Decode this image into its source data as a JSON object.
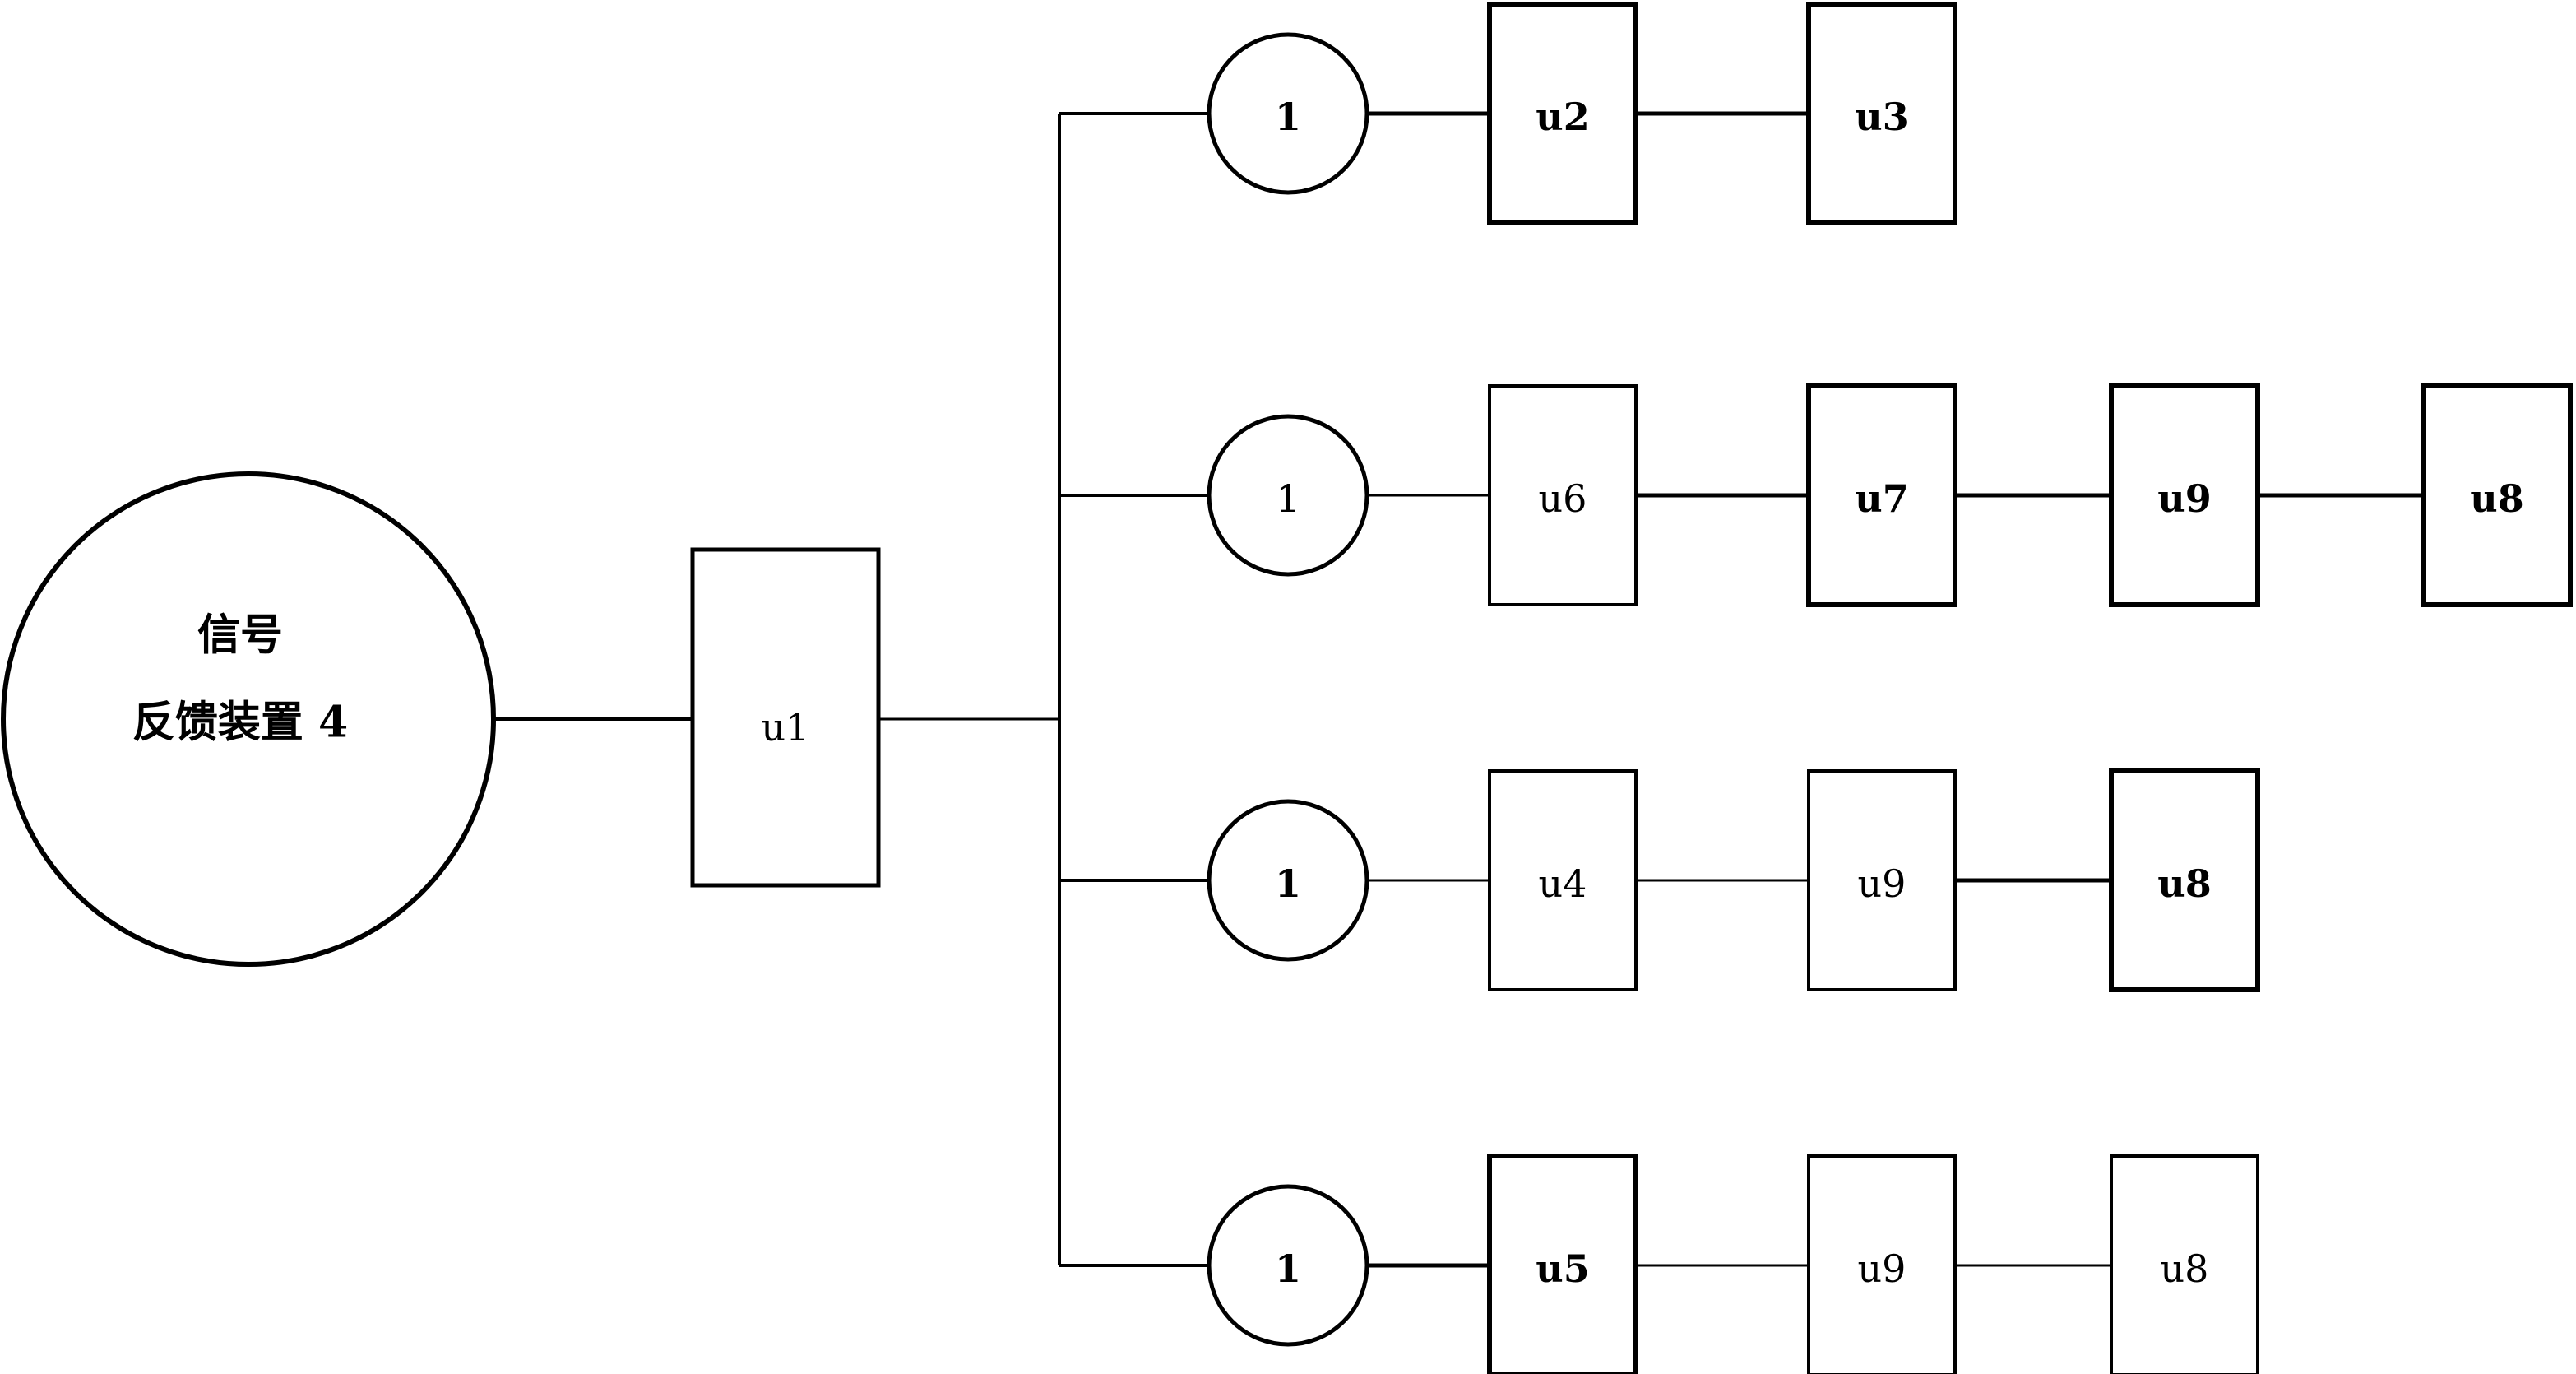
{
  "source": {
    "line1": "信号",
    "line2": "反馈装置 4"
  },
  "hub": {
    "label": "u1"
  },
  "branches": [
    {
      "marker": "1",
      "units": [
        {
          "label": "u2",
          "bold": true
        },
        {
          "label": "u3",
          "bold": true
        }
      ]
    },
    {
      "marker": "1",
      "units": [
        {
          "label": "u6",
          "bold": false
        },
        {
          "label": "u7",
          "bold": true
        },
        {
          "label": "u9",
          "bold": true
        },
        {
          "label": "u8",
          "bold": true
        }
      ]
    },
    {
      "marker": "1",
      "units": [
        {
          "label": "u4",
          "bold": false
        },
        {
          "label": "u9",
          "bold": false
        },
        {
          "label": "u8",
          "bold": true
        }
      ]
    },
    {
      "marker": "1",
      "units": [
        {
          "label": "u5",
          "bold": true
        },
        {
          "label": "u9",
          "bold": false
        },
        {
          "label": "u8",
          "bold": false
        }
      ]
    }
  ]
}
